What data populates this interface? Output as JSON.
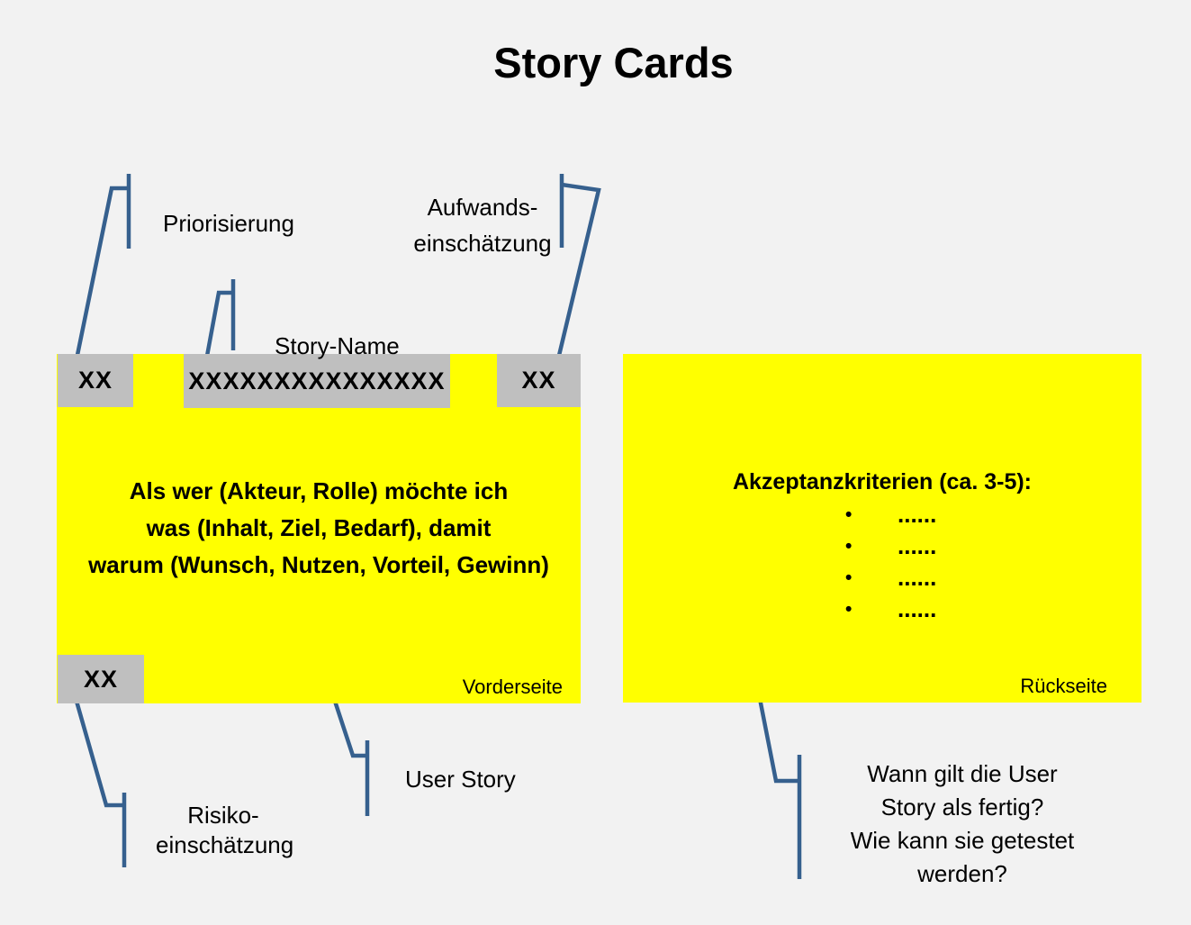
{
  "title": "Story Cards",
  "colors": {
    "background": "#f2f2f2",
    "card_yellow": "#ffff00",
    "slot_gray": "#bfbfbf",
    "connector_blue": "#36608e",
    "text_black": "#000000"
  },
  "front_card": {
    "priority_slot": "XX",
    "story_name_slot": "XXXXXXXXXXXXXXX",
    "effort_slot": "XX",
    "risk_slot": "XX",
    "body_line1": "Als wer (Akteur, Rolle) möchte ich",
    "body_line2": "was (Inhalt, Ziel, Bedarf), damit",
    "body_line3": "warum (Wunsch, Nutzen, Vorteil, Gewinn)",
    "side_label": "Vorderseite"
  },
  "back_card": {
    "heading": "Akzeptanzkriterien (ca. 3-5):",
    "bullet_marker": "•",
    "bullets": [
      "......",
      "......",
      "......",
      "......"
    ],
    "side_label": "Rückseite"
  },
  "labels": {
    "priorisierung": "Priorisierung",
    "aufwand_line1": "Aufwands-",
    "aufwand_line2": "einschätzung",
    "story_name": "Story-Name",
    "user_story": "User Story",
    "risiko_line1": "Risiko-",
    "risiko_line2": "einschätzung",
    "question_line1": "Wann gilt die User",
    "question_line2": "Story als fertig?",
    "question_line3": "Wie kann sie getestet",
    "question_line4": "werden?"
  }
}
